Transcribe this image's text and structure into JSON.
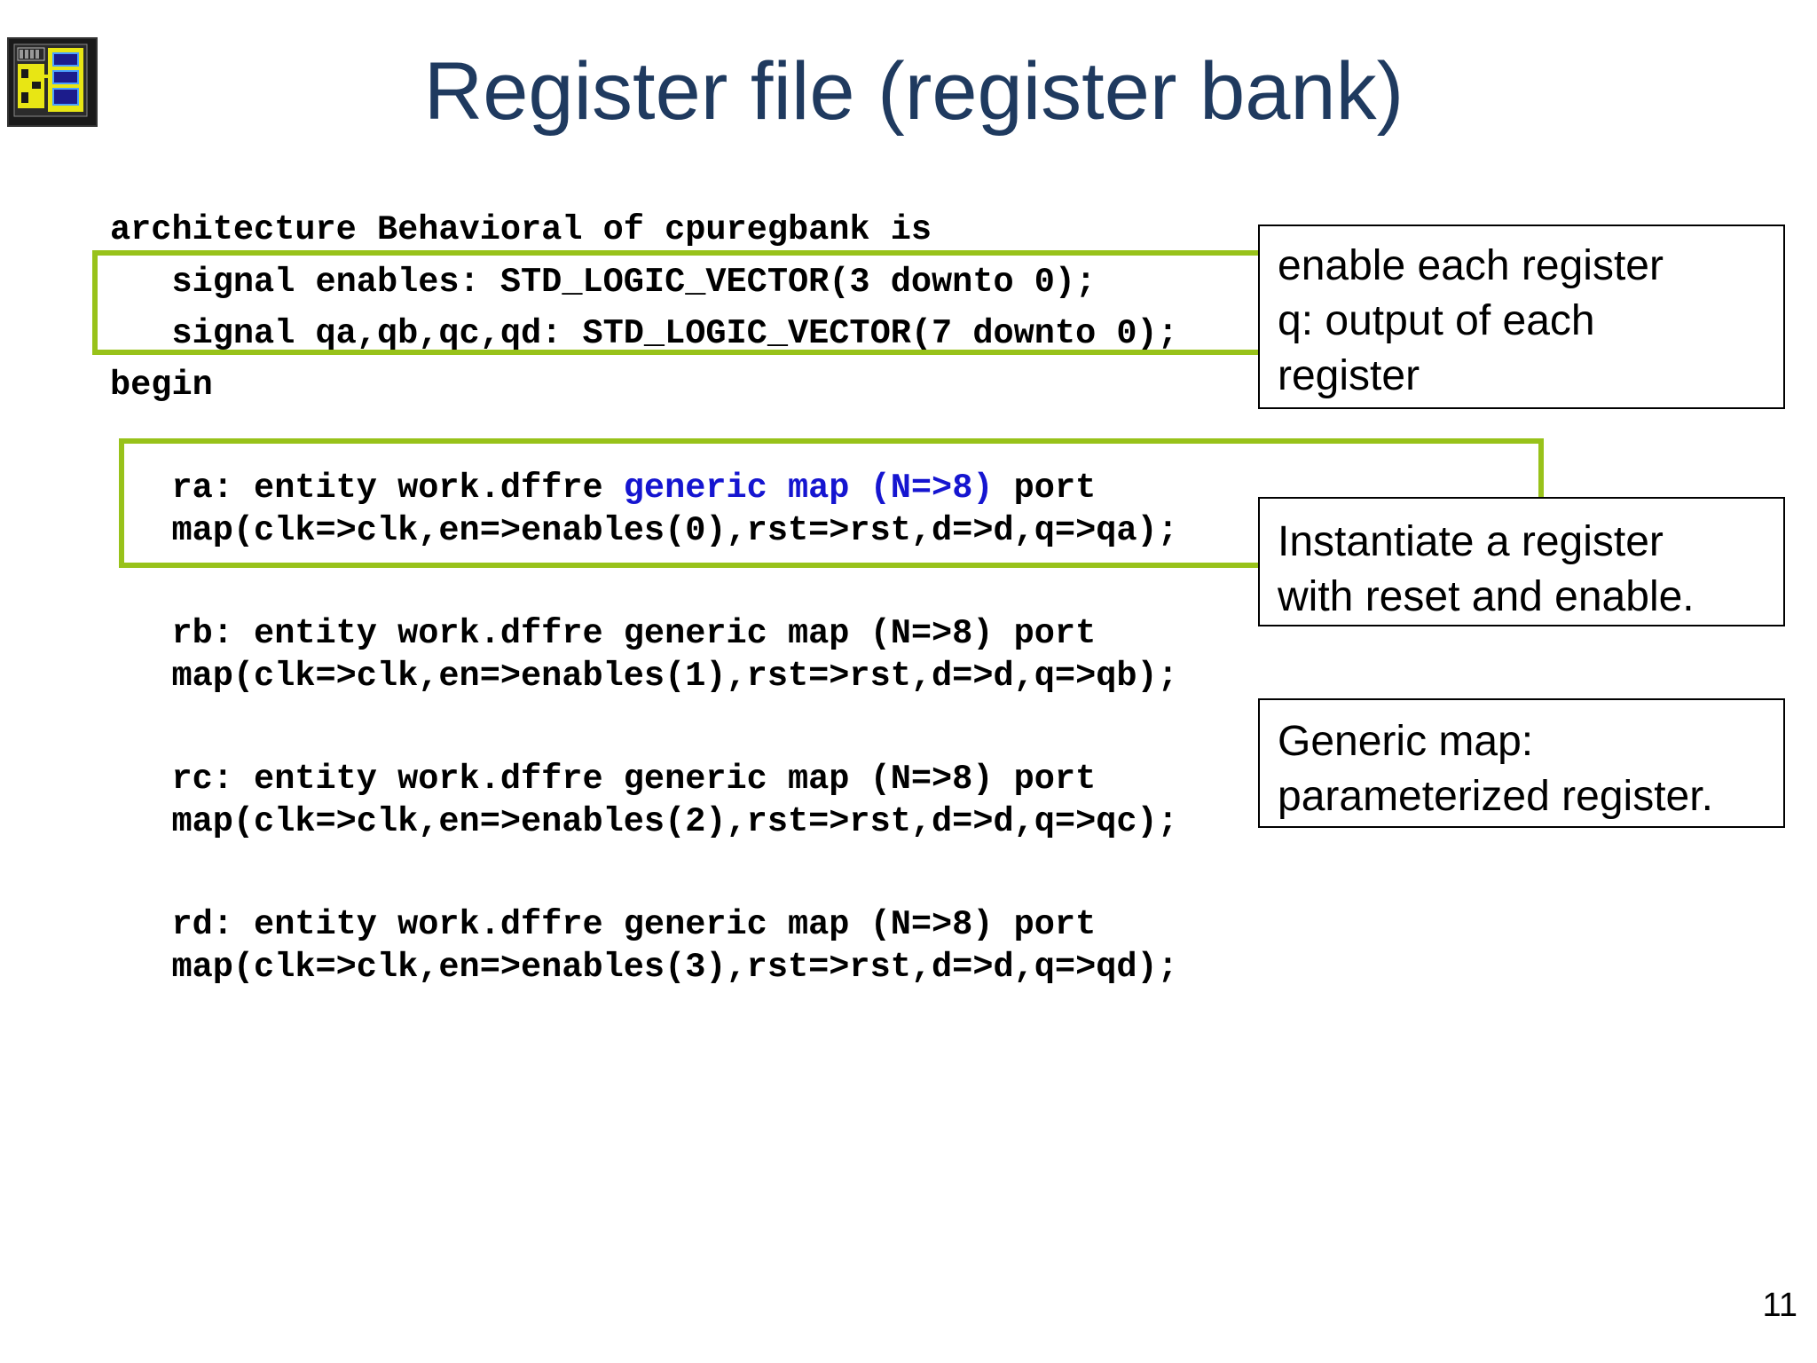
{
  "slide": {
    "title": "Register file (register bank)",
    "page_number": "11",
    "logo": {
      "icon": "chip-die-logo-icon",
      "colors": [
        "#1a1a1a",
        "#e8e614",
        "#4aa0ff",
        "#1c1c8c"
      ]
    }
  },
  "code": {
    "arch_line": "architecture Behavioral of cpuregbank is",
    "signal_enables": "   signal enables: STD_LOGIC_VECTOR(3 downto 0);",
    "signal_q": "   signal qa,qb,qc,qd: STD_LOGIC_VECTOR(7 downto 0);",
    "begin": "begin",
    "ra": {
      "prefix": "   ra: entity work.dffre ",
      "generic": "generic map (N=>8)",
      "suffix": " port",
      "map": "   map(clk=>clk,en=>enables(0),rst=>rst,d=>d,q=>qa);"
    },
    "rb": {
      "line1": "   rb: entity work.dffre generic map (N=>8) port",
      "line2": "   map(clk=>clk,en=>enables(1),rst=>rst,d=>d,q=>qb);"
    },
    "rc": {
      "line1": "   rc: entity work.dffre generic map (N=>8) port",
      "line2": "   map(clk=>clk,en=>enables(2),rst=>rst,d=>d,q=>qc);"
    },
    "rd": {
      "line1": "   rd: entity work.dffre generic map (N=>8) port",
      "line2": "   map(clk=>clk,en=>enables(3),rst=>rst,d=>d,q=>qd);"
    }
  },
  "notes": {
    "signals": [
      "enable each register",
      "q: output of each",
      "register"
    ],
    "instantiate": [
      "Instantiate a register",
      "with reset and enable."
    ],
    "generic": [
      "Generic map:",
      "parameterized register."
    ]
  },
  "colors": {
    "title": "#1f3a5f",
    "highlight_border": "#98c21a",
    "keyword": "#1515d0"
  }
}
